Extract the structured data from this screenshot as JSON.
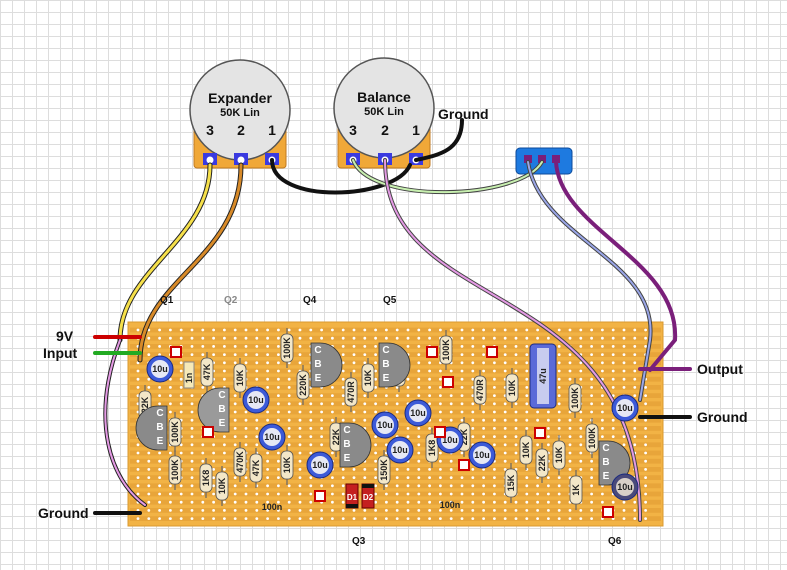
{
  "pots": [
    {
      "name": "Expander",
      "value": "50K Lin",
      "pins": [
        "3",
        "2",
        "1"
      ]
    },
    {
      "name": "Balance",
      "value": "50K Lin",
      "pins": [
        "3",
        "2",
        "1"
      ]
    }
  ],
  "labels": {
    "ground_top": "Ground",
    "nine_v": "9V",
    "input": "Input",
    "ground_left": "Ground",
    "output": "Output",
    "ground_right": "Ground"
  },
  "transistors_top": [
    "Q1",
    "Q2",
    "Q4",
    "Q5"
  ],
  "transistors_bottom": [
    "Q3",
    "Q6"
  ],
  "transistor_pins": "C B E",
  "resistors": [
    "22K",
    "47K",
    "10K",
    "100K",
    "1K8",
    "10K",
    "47K",
    "10K",
    "100K",
    "220K",
    "470R",
    "10K",
    "22K",
    "150K",
    "10K",
    "1K8",
    "22K",
    "100K",
    "470R",
    "10K",
    "10K",
    "15K",
    "22K",
    "100K",
    "10K",
    "1K",
    "100K",
    "470K",
    "100K"
  ],
  "capacitors": [
    "10u",
    "1n",
    "10u",
    "10u",
    "10u",
    "10u",
    "10u",
    "10u",
    "10u",
    "10u",
    "47u",
    "10u",
    "10u",
    "100n",
    "100n"
  ],
  "diodes": [
    "D1",
    "D2"
  ],
  "colors": {
    "board": "#f2b345",
    "strip": "#e8a53a",
    "pot": "#f0a838",
    "knob": "#e4e4e4",
    "wire_yellow": "#f6e04a",
    "wire_orange": "#d88a28",
    "wire_black": "#111111",
    "wire_green": "#c8f0b0",
    "wire_pink": "#e49ae4",
    "wire_blue": "#9aa6e8",
    "wire_purple": "#7a1f7a",
    "switch": "#1e7ae0"
  }
}
